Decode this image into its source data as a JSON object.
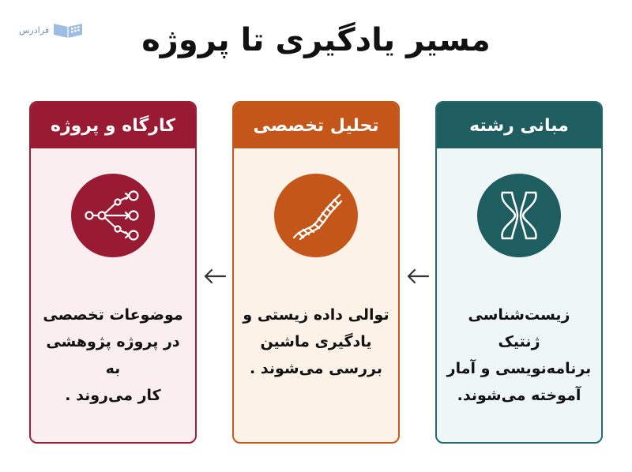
{
  "brand": {
    "logo_text": "فرادرس"
  },
  "page": {
    "title": "مسیر یادگیری تا پروژه"
  },
  "cards": [
    {
      "title": "مبانی رشته",
      "icon": "chromosome-icon",
      "body": [
        "زیست‌شناسی ژنتیک",
        "برنامه‌نویسی و آمار",
        "آموخته می‌شوند."
      ],
      "color": "#1e5d60"
    },
    {
      "title": "تحلیل تخصصی",
      "icon": "dna-strand-icon",
      "body": [
        "توالی داده زیستی و",
        "یادگیری ماشین",
        "بررسی می‌شوند ."
      ],
      "color": "#c4561a"
    },
    {
      "title": "کارگاه و پروژه",
      "icon": "network-flow-icon",
      "body": [
        "موضوعات تخصصی",
        "در پروژه پژوهشی به",
        "کار می‌روند ."
      ],
      "color": "#981a33"
    }
  ],
  "arrows": [
    "arrow-left-icon",
    "arrow-left-icon"
  ]
}
